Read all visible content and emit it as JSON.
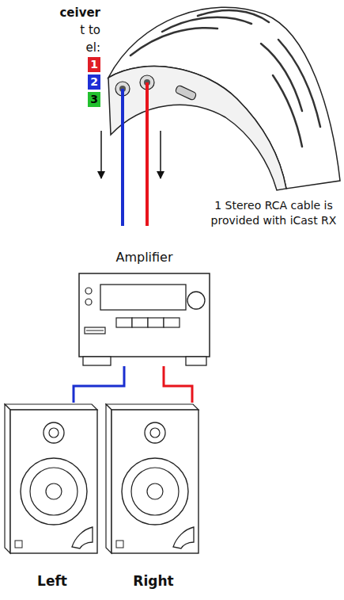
{
  "diagram": {
    "nodes": [
      {
        "text": [
          "1"
        ]
      },
      {
        "text": [
          "2"
        ]
      },
      {
        "text": [
          "3"
        ]
      },
      {
        "text": [
          "Amplifier"
        ]
      },
      {
        "text": [
          "Left"
        ]
      },
      {
        "text": [
          "Right"
        ]
      }
    ],
    "edges": [
      {
        "from": 3,
        "to": 4,
        "arrow": "none"
      },
      {
        "from": 3,
        "to": 5,
        "arrow": "none"
      }
    ],
    "labels": [
      "ceiver",
      "t to",
      "el:",
      "1 Stereo RCA cable is provided with iCast RX"
    ]
  }
}
